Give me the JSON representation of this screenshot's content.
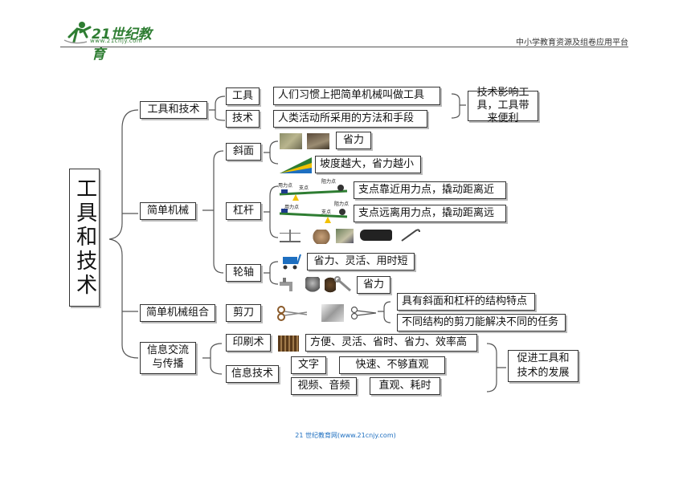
{
  "header": {
    "logo_text": "21世纪教育",
    "logo_url": "www.21cnjy.com",
    "platform": "中小学教育资源及组卷应用平台"
  },
  "footer": {
    "text": "21 世纪教育网(www.21cnjy.com)"
  },
  "root": {
    "title": "工具和技术"
  },
  "branches": {
    "tools_tech": {
      "label": "工具和技术",
      "tool": "工具",
      "tool_def": "人们习惯上把简单机械叫做工具",
      "tech": "技术",
      "tech_def": "人类活动所采用的方法和手段",
      "relation": "技术影响工具，工具带来便利"
    },
    "simple_machines": {
      "label": "简单机械",
      "incline": "斜面",
      "incline_effect": "省力",
      "incline_slope": "坡度越大，省力越小",
      "lever": "杠杆",
      "lever_near": "支点靠近用力点，撬动距离近",
      "lever_far": "支点远离用力点，撬动距离远",
      "lever_force": "用力点",
      "lever_fulcrum": "支点",
      "lever_resist": "阻力点",
      "axle": "轮轴",
      "axle_effect": "省力、灵活、用时短",
      "axle_effect2": "省力"
    },
    "combo": {
      "label": "简单机械组合",
      "scissors": "剪刀",
      "note1": "具有斜面和杠杆的结构特点",
      "note2": "不同结构的剪刀能解决不同的任务"
    },
    "info": {
      "label": "信息交流与传播",
      "printing": "印刷术",
      "printing_features": "方便、灵活、省时、省力、效率高",
      "it": "信息技术",
      "text": "文字",
      "text_feat": "快速、不够直观",
      "av": "视频、音频",
      "av_feat": "直观、耗时",
      "promote": "促进工具和技术的发展"
    }
  },
  "colors": {
    "accent": "#2e7d32",
    "line": "#555555"
  }
}
